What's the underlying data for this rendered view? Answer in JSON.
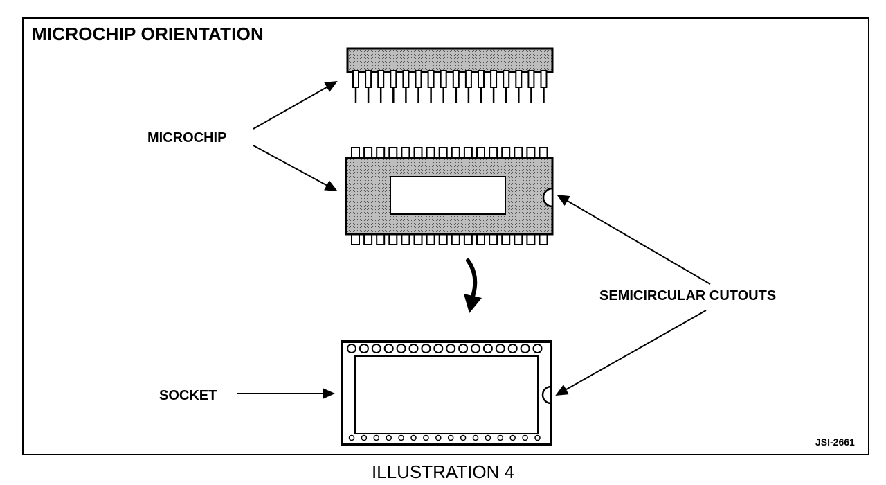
{
  "diagram": {
    "title": "MICROCHIP ORIENTATION",
    "labels": {
      "microchip": "MICROCHIP",
      "semicircular_cutouts": "SEMICIRCULAR CUTOUTS",
      "socket": "SOCKET"
    },
    "reference_code": "JSI-2661",
    "caption": "ILLUSTRATION 4",
    "chip_pin_count_per_side": 16
  }
}
